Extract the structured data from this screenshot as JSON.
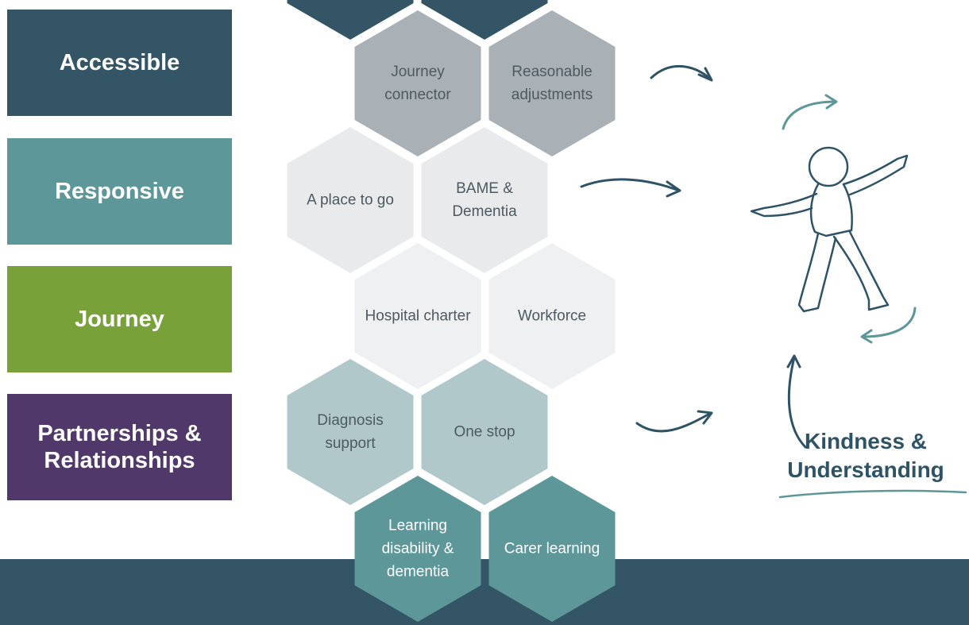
{
  "colors": {
    "dark_teal": "#335565",
    "teal": "#5d9799",
    "green": "#78a239",
    "purple": "#51386b",
    "hex_gray_dark": "#a9b0b6",
    "hex_gray_light": "#e8eaec",
    "hex_gray_lighter": "#eef0f1",
    "hex_sage": "#b0c8c9",
    "hex_teal": "#5d9799",
    "arrow_dark": "#2f5366",
    "arrow_teal": "#5d9799"
  },
  "pillars": [
    {
      "label": "Accessible",
      "color": "#335565"
    },
    {
      "label": "Responsive",
      "color": "#5d9799"
    },
    {
      "label": "Journey",
      "color": "#78a239"
    },
    {
      "label": "Partnerships & Relationships",
      "color": "#51386b"
    }
  ],
  "hexagons": [
    {
      "label": "Journey connector",
      "color": "#a9b0b6",
      "text_style": "dark"
    },
    {
      "label": "Reasonable adjustments",
      "color": "#a9b0b6",
      "text_style": "dark"
    },
    {
      "label": "A place to go",
      "color": "#e8eaec",
      "text_style": "dark"
    },
    {
      "label": "BAME & Dementia",
      "color": "#e8eaec",
      "text_style": "dark"
    },
    {
      "label": "Hospital charter",
      "color": "#eef0f1",
      "text_style": "dark"
    },
    {
      "label": "Workforce",
      "color": "#eef0f1",
      "text_style": "dark"
    },
    {
      "label": "Diagnosis support",
      "color": "#b0c8c9",
      "text_style": "dark"
    },
    {
      "label": "One stop",
      "color": "#b0c8c9",
      "text_style": "dark"
    },
    {
      "label": "Learning disability & dementia",
      "color": "#5d9799",
      "text_style": "light"
    },
    {
      "label": "Carer learning",
      "color": "#5d9799",
      "text_style": "light"
    }
  ],
  "top_hexagons_color": "#335565",
  "outcome": {
    "line1": "Kindness &",
    "line2": "Understanding"
  },
  "icons": [
    "person-walking-icon",
    "arrow-icon"
  ]
}
